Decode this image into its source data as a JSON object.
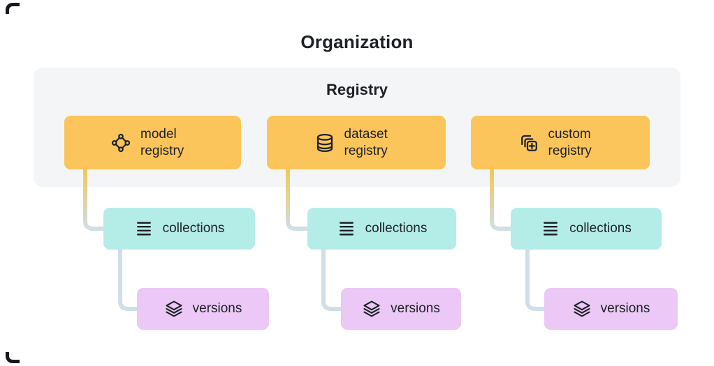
{
  "title": "Organization",
  "registry_group": {
    "label": "Registry"
  },
  "columns": [
    {
      "registry_label": "model registry",
      "registry_icon": "model-graph-icon",
      "collections_label": "collections",
      "collections_icon": "list-icon",
      "versions_label": "versions",
      "versions_icon": "layers-icon"
    },
    {
      "registry_label": "dataset registry",
      "registry_icon": "database-icon",
      "collections_label": "collections",
      "collections_icon": "list-icon",
      "versions_label": "versions",
      "versions_icon": "layers-icon"
    },
    {
      "registry_label": "custom registry",
      "registry_icon": "copy-plus-icon",
      "collections_label": "collections",
      "collections_icon": "list-icon",
      "versions_label": "versions",
      "versions_icon": "layers-icon"
    }
  ],
  "colors": {
    "registry_node_bg": "#FBC55B",
    "collections_node_bg": "#B4EDE8",
    "versions_node_bg": "#EBC8F6",
    "group_bg": "#F4F5F6",
    "text": "#1D2126",
    "connector_yellow": "#F3C84F",
    "connector_gray_blue": "#CFDEE9"
  }
}
